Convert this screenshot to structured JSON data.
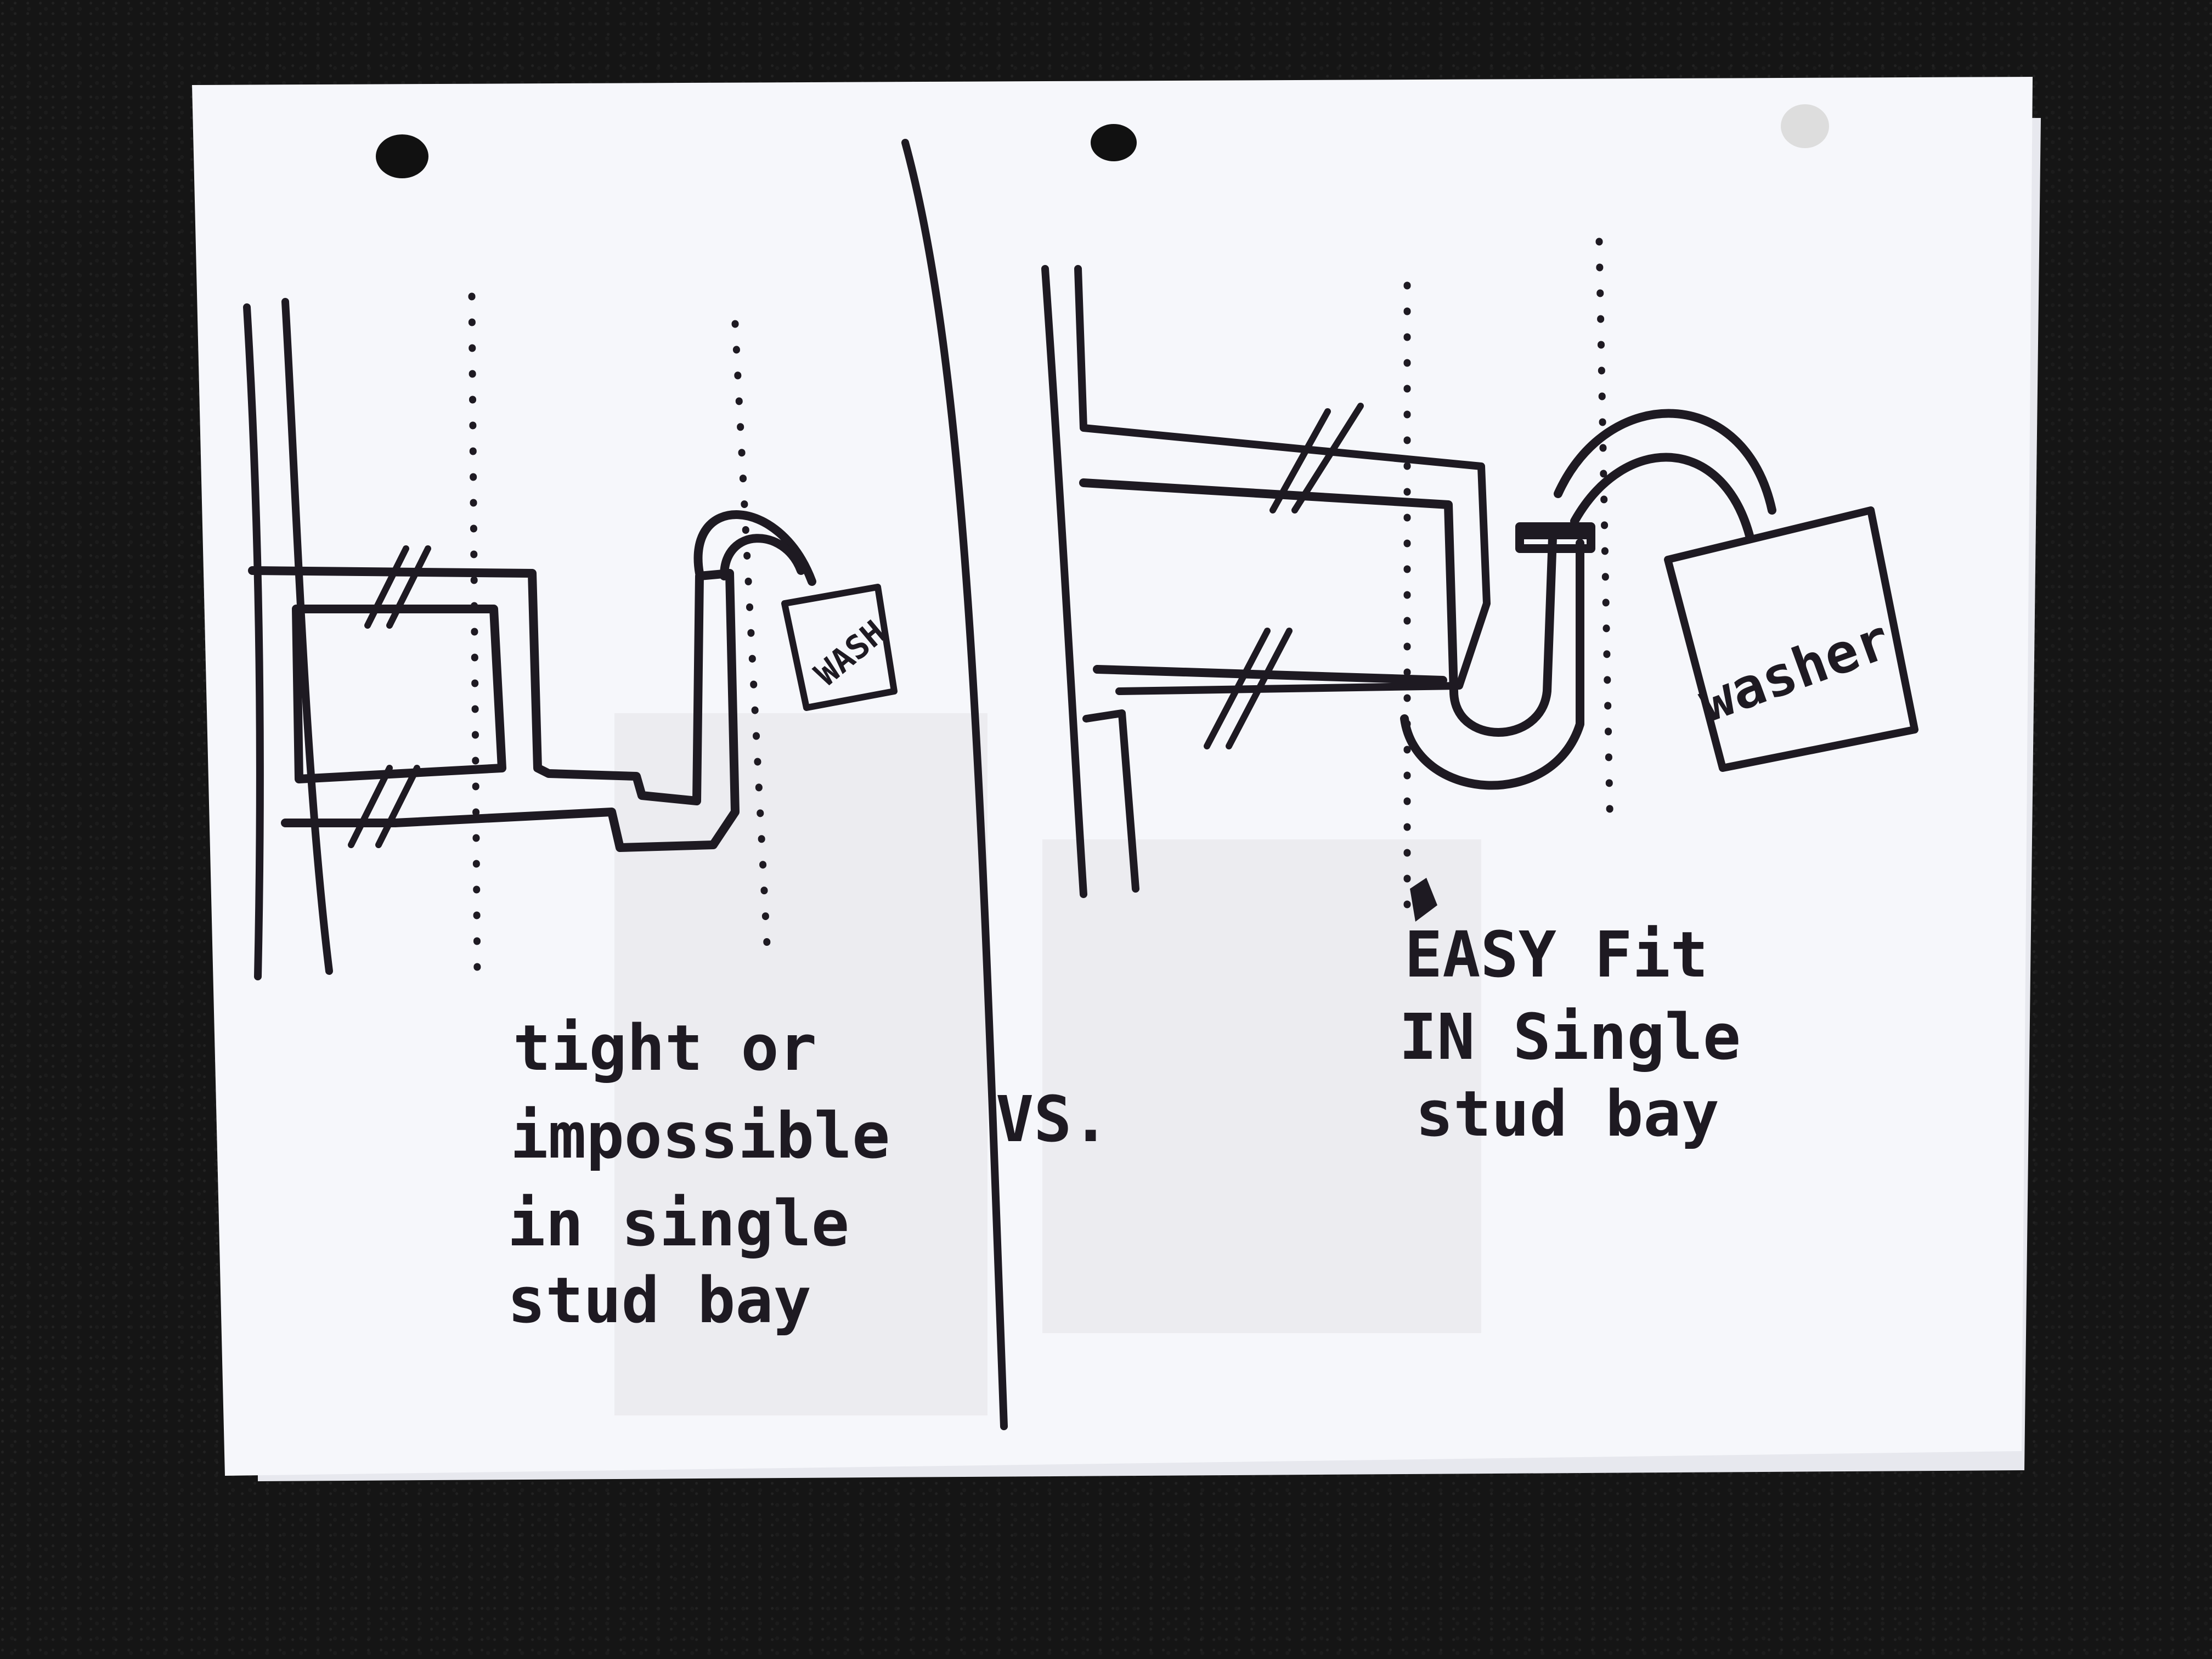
{
  "left_panel": {
    "washer_label": "WASH",
    "caption_lines": [
      "tight or",
      "impossible",
      "in single",
      "stud bay"
    ]
  },
  "divider_label": "VS.",
  "right_panel": {
    "washer_label": "washer",
    "caption_lines": [
      "EASY Fit",
      "IN Single",
      "stud bay"
    ]
  },
  "colors": {
    "ink": "#1e1a22",
    "paper": "#f6f7fb",
    "background": "#151515"
  }
}
